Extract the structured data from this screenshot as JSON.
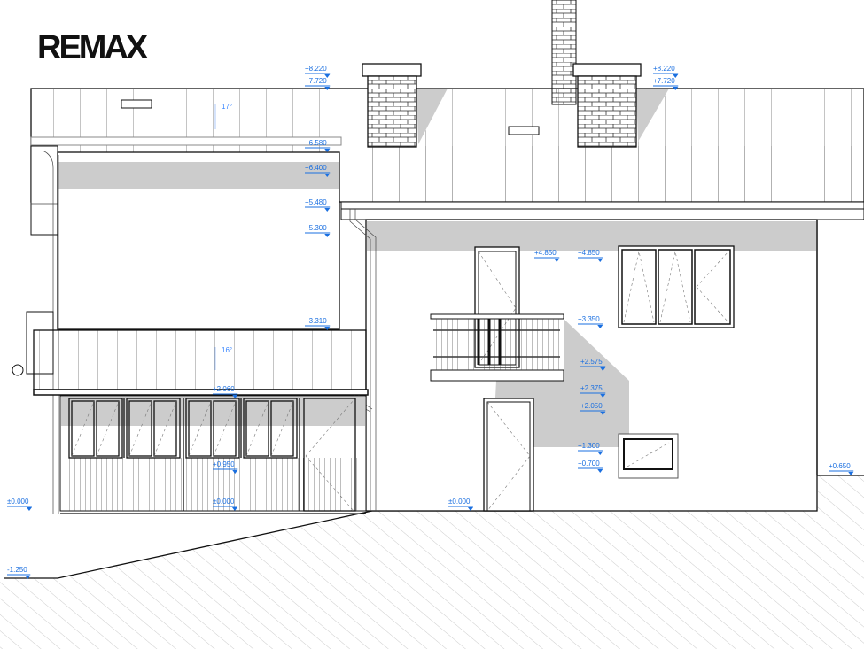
{
  "logo": {
    "text": "REMAX"
  },
  "roof_angles": {
    "upper": "17°",
    "lower": "16°"
  },
  "levels": [
    {
      "text": "+8.220"
    },
    {
      "text": "+7.720"
    },
    {
      "text": "+6.580"
    },
    {
      "text": "+6.400"
    },
    {
      "text": "+5.480"
    },
    {
      "text": "+5.300"
    },
    {
      "text": "+3.310"
    },
    {
      "text": "+2.060"
    },
    {
      "text": "+0.950"
    },
    {
      "text": "±0.000"
    },
    {
      "text": "±0.000"
    },
    {
      "text": "-1.250"
    },
    {
      "text": "±0.000"
    },
    {
      "text": "+8.220"
    },
    {
      "text": "+7.720"
    },
    {
      "text": "+4.850"
    },
    {
      "text": "+4.850"
    },
    {
      "text": "+3.350"
    },
    {
      "text": "+2.575"
    },
    {
      "text": "+2.375"
    },
    {
      "text": "+2.050"
    },
    {
      "text": "+1.300"
    },
    {
      "text": "+0.700"
    },
    {
      "text": "+0.650"
    }
  ],
  "colors": {
    "level_marks": "#1a6fe0",
    "shade": "#cccccc",
    "lines": "#111111"
  }
}
